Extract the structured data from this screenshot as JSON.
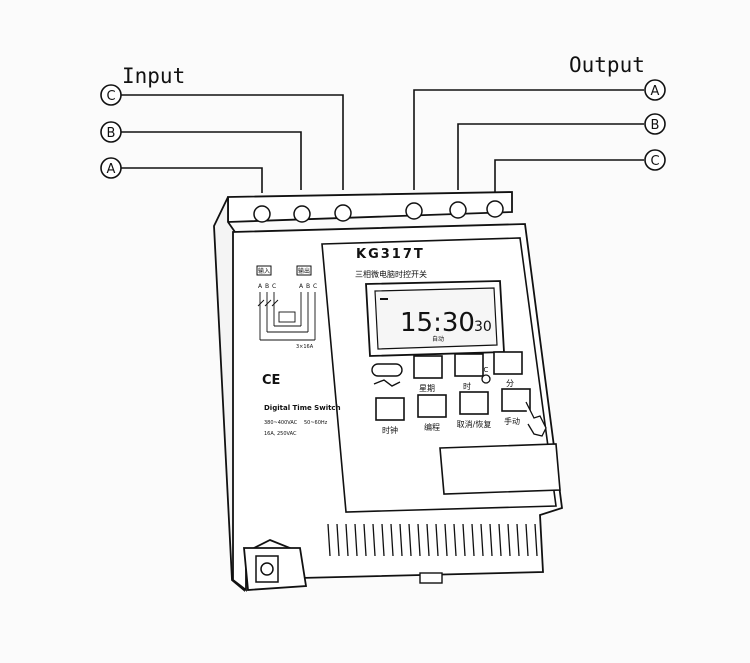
{
  "labels": {
    "input": "Input",
    "output": "Output",
    "model": "KG317T",
    "subtitle": "三相微电脑时控开关",
    "lcd_time": "15:30",
    "lcd_seconds": "30",
    "lcd_small": "自动",
    "ce_mark": "CE",
    "brand": "Digital Time Switch",
    "spec_1": "380~400VAC",
    "spec_2": "50~60Hz",
    "spec_3": "16A, 250VAC",
    "wiring_in": "输入",
    "wiring_out": "输出",
    "wiring_current": "3×16A"
  },
  "input_terminals": [
    "C",
    "B",
    "A"
  ],
  "output_terminals": [
    "A",
    "B",
    "C"
  ],
  "wiring_letters_in": [
    "A",
    "B",
    "C"
  ],
  "wiring_letters_out": [
    "A",
    "B",
    "C"
  ],
  "buttons_top": [
    {
      "key": "manual",
      "label": ""
    },
    {
      "key": "week",
      "label": "星期"
    },
    {
      "key": "hour",
      "label": "时"
    },
    {
      "key": "minute",
      "label": "分"
    }
  ],
  "buttons_bottom": [
    {
      "key": "clock",
      "label": "时钟"
    },
    {
      "key": "program",
      "label": "编程"
    },
    {
      "key": "cancel",
      "label": "取消/恢复"
    },
    {
      "key": "manual_on",
      "label": "手动"
    }
  ],
  "reset_label": "C"
}
